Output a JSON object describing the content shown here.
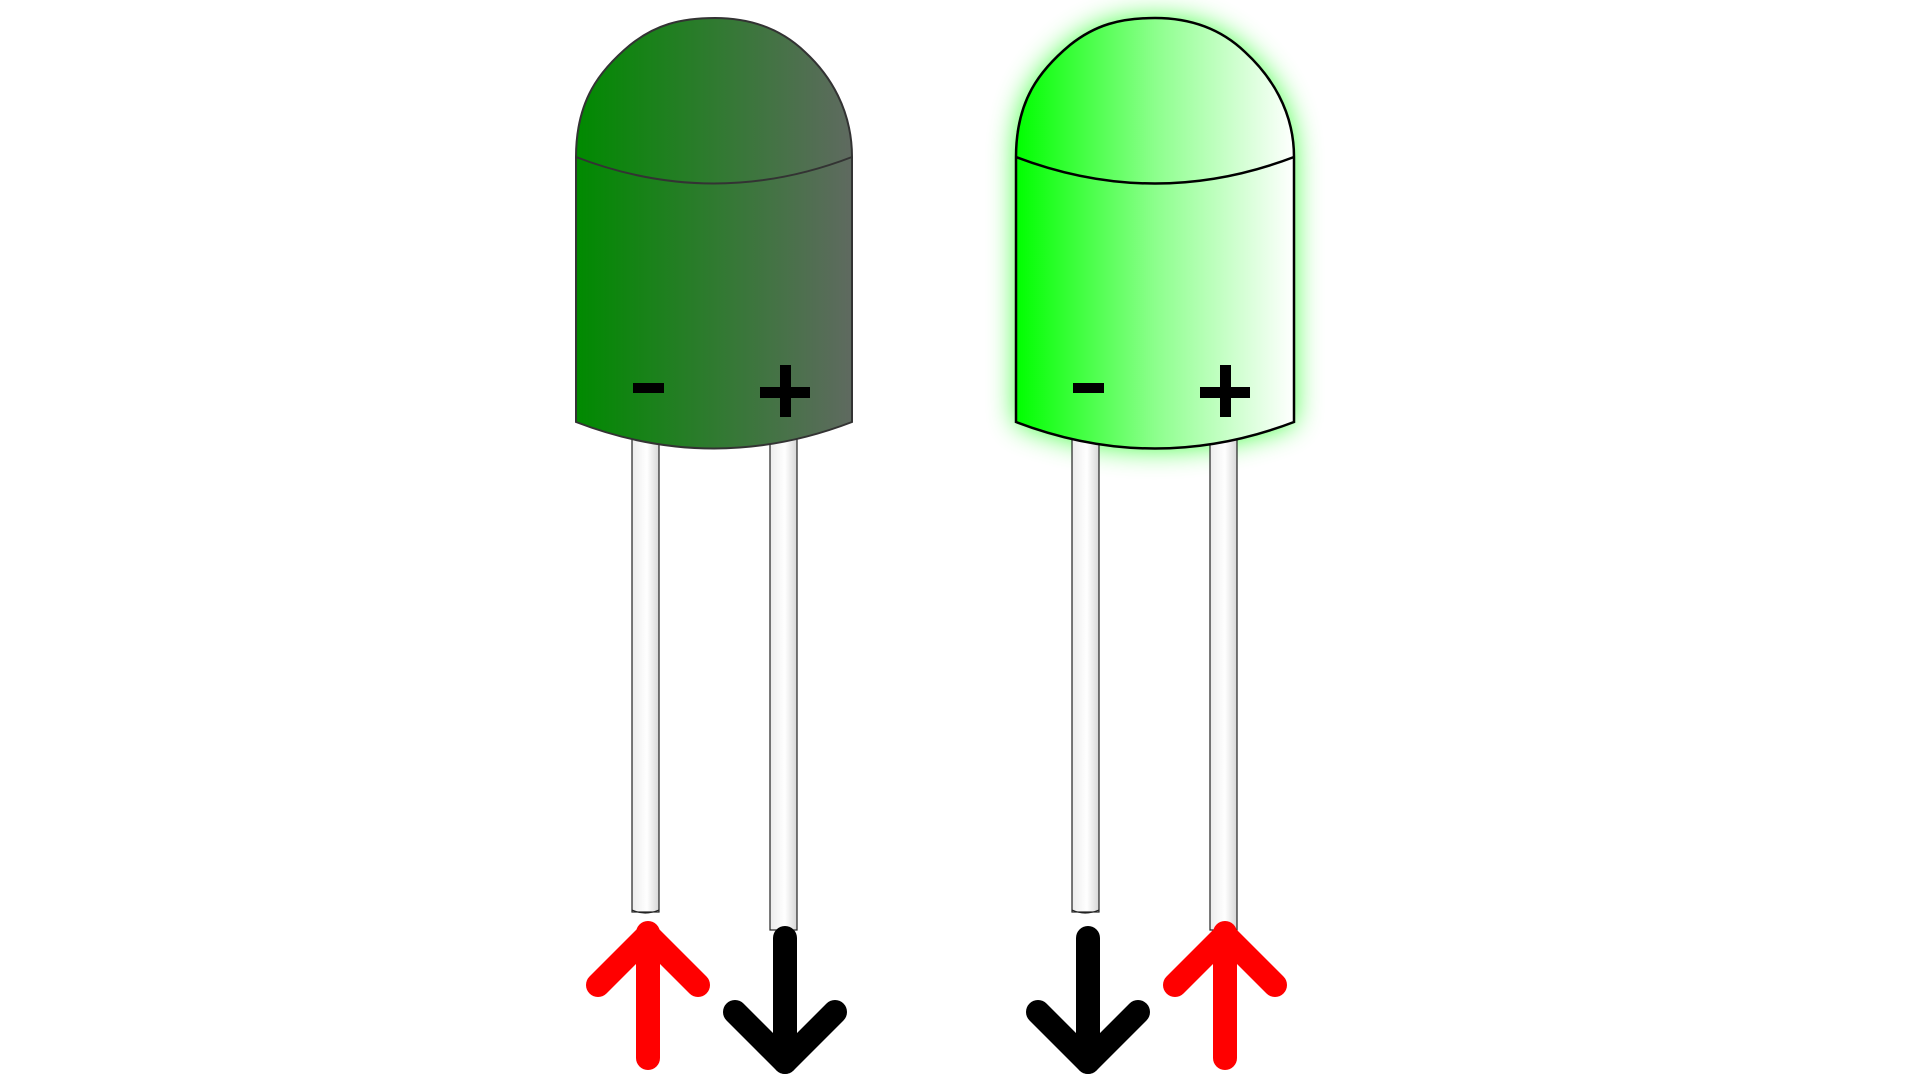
{
  "diagram": {
    "leds": [
      {
        "id": "led-off",
        "state": "off",
        "body_gradient": [
          "#008a00",
          "#5f6a60"
        ],
        "outline_color": "#333333",
        "glow": false,
        "labels": {
          "cathode": "-",
          "anode": "+"
        },
        "arrows": {
          "cathode": {
            "direction": "up",
            "color": "#ff0000"
          },
          "anode": {
            "direction": "down",
            "color": "#000000"
          }
        }
      },
      {
        "id": "led-on",
        "state": "on",
        "body_gradient": [
          "#00ff00",
          "#ffffff"
        ],
        "outline_color": "#000000",
        "glow": true,
        "glow_color": "#00ff00",
        "labels": {
          "cathode": "-",
          "anode": "+"
        },
        "arrows": {
          "cathode": {
            "direction": "down",
            "color": "#000000"
          },
          "anode": {
            "direction": "up",
            "color": "#ff0000"
          }
        }
      }
    ],
    "lead_gradient": [
      "#f2f2f2",
      "#dddddd"
    ]
  }
}
